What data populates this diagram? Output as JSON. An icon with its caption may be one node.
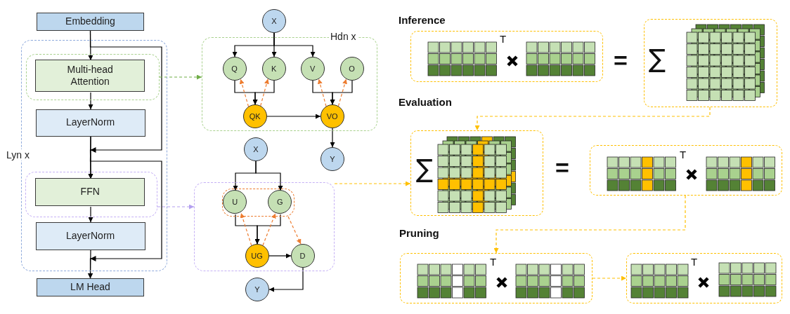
{
  "diagram": {
    "nodes": [
      {
        "text": [
          "Embedding"
        ]
      },
      {
        "text": [
          "Lyn x"
        ]
      },
      {
        "text": [],
        "shape": "box",
        "in": 1
      },
      {
        "text": [
          "Multi-head Attention"
        ],
        "in": 2
      },
      {
        "text": [
          "LayerNorm"
        ],
        "in": 1
      },
      {
        "text": [],
        "shape": "box",
        "in": 1
      },
      {
        "text": [
          "FFN"
        ],
        "in": 5
      },
      {
        "text": [
          "LayerNorm"
        ],
        "in": 1
      },
      {
        "text": [
          "LM Head"
        ]
      },
      {
        "text": [
          "X"
        ]
      },
      {
        "text": [
          "Hdn x"
        ]
      },
      {
        "text": [
          "Q"
        ],
        "in": 10
      },
      {
        "text": [
          "K"
        ],
        "in": 10
      },
      {
        "text": [
          "V"
        ],
        "in": 10
      },
      {
        "text": [
          "O"
        ],
        "in": 10
      },
      {
        "text": [
          "QK"
        ],
        "in": 10
      },
      {
        "text": [
          "VO"
        ],
        "in": 10
      },
      {
        "text": [
          "Y"
        ]
      },
      {
        "text": [
          "X"
        ]
      },
      {
        "text": [],
        "shape": "box"
      },
      {
        "text": [],
        "shape": "box",
        "in": 19
      },
      {
        "text": [
          "U"
        ],
        "in": 20
      },
      {
        "text": [
          "G"
        ],
        "in": 20
      },
      {
        "text": [
          "UG"
        ],
        "in": 19
      },
      {
        "text": [
          "D"
        ],
        "in": 19
      },
      {
        "text": [
          "Y"
        ]
      },
      {
        "text": [
          "T"
        ]
      },
      {
        "text": [
          "∑"
        ]
      },
      {
        "text": [
          "∑"
        ]
      },
      {
        "text": [
          "T"
        ]
      },
      {
        "text": [
          "T"
        ]
      },
      {
        "text": [
          "T"
        ]
      }
    ],
    "edges": [
      {
        "from": 0,
        "to": 3,
        "arrow": "to"
      },
      {
        "from": 3,
        "to": 4,
        "arrow": "to"
      },
      {
        "from": 4,
        "to": 6,
        "arrow": "to"
      },
      {
        "from": 6,
        "to": 7,
        "arrow": "to"
      },
      {
        "from": 7,
        "to": 8,
        "arrow": "to"
      },
      {
        "from": 0,
        "to": 6,
        "arrow": "to"
      },
      {
        "from": 4,
        "to": 8,
        "arrow": "to"
      },
      {
        "from": 2,
        "to": 10,
        "arrow": "to",
        "style": "dashed",
        "color": "#70ad47"
      },
      {
        "from": 5,
        "to": 19,
        "arrow": "to",
        "style": "dashed",
        "color": "#b4a0f0"
      },
      {
        "from": 9,
        "to": 11,
        "arrow": "to"
      },
      {
        "from": 9,
        "to": 12,
        "arrow": "to"
      },
      {
        "from": 9,
        "to": 13,
        "arrow": "to"
      },
      {
        "from": 11,
        "to": 15,
        "arrow": "to"
      },
      {
        "from": 12,
        "to": 15,
        "arrow": "to"
      },
      {
        "from": 13,
        "to": 16,
        "arrow": "to"
      },
      {
        "from": 14,
        "to": 16,
        "arrow": "to"
      },
      {
        "from": 15,
        "to": 16,
        "arrow": "to"
      },
      {
        "from": 16,
        "to": 17,
        "arrow": "to"
      },
      {
        "from": 15,
        "to": 11,
        "arrow": "to",
        "style": "dashed",
        "color": "#ed7d31"
      },
      {
        "from": 15,
        "to": 12,
        "arrow": "to",
        "style": "dashed",
        "color": "#ed7d31"
      },
      {
        "from": 16,
        "to": 13,
        "arrow": "to",
        "style": "dashed",
        "color": "#ed7d31"
      },
      {
        "from": 16,
        "to": 14,
        "arrow": "to",
        "style": "dashed",
        "color": "#ed7d31"
      },
      {
        "from": 18,
        "to": 21,
        "arrow": "to"
      },
      {
        "from": 18,
        "to": 22,
        "arrow": "to"
      },
      {
        "from": 21,
        "to": 23,
        "arrow": "to"
      },
      {
        "from": 22,
        "to": 23,
        "arrow": "to"
      },
      {
        "from": 23,
        "to": 24,
        "arrow": "to"
      },
      {
        "from": 24,
        "to": 25,
        "arrow": "to"
      },
      {
        "from": 23,
        "to": 21,
        "arrow": "to",
        "style": "dashed",
        "color": "#ed7d31"
      },
      {
        "from": 23,
        "to": 22,
        "arrow": "to",
        "style": "dashed",
        "color": "#ed7d31"
      },
      {
        "from": 20,
        "to": 24,
        "arrow": "to",
        "style": "dashed",
        "color": "#ed7d31"
      },
      {
        "from": 19,
        "to": 28,
        "arrow": "to",
        "style": "dashed",
        "color": "#ffc000"
      },
      {
        "from": 27,
        "to": 28,
        "arrow": "to",
        "style": "dashed",
        "color": "#ffc000"
      },
      {
        "from": 29,
        "to": 30,
        "arrow": "to",
        "style": "dashed",
        "color": "#ffc000"
      },
      {
        "from": 30,
        "to": 31,
        "arrow": "to",
        "style": "dashed",
        "color": "#ffc000"
      }
    ],
    "labels": [
      "Inference",
      "=",
      "Evaluation",
      "=",
      "Pruning"
    ]
  }
}
